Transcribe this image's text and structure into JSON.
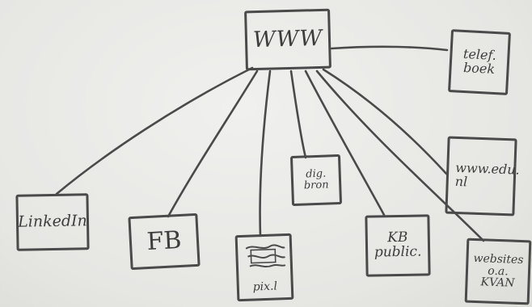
{
  "diagram": {
    "center": {
      "label": "WWW"
    },
    "nodes": [
      {
        "id": "telef",
        "label": "telef.\nboek"
      },
      {
        "id": "edu",
        "label": "www.edu.\nnl"
      },
      {
        "id": "dig",
        "label": "dig.\nbron"
      },
      {
        "id": "kb",
        "label": "KB\npublic."
      },
      {
        "id": "websites",
        "label": "websites\no.a.\nKVAN"
      },
      {
        "id": "linkedin",
        "label": "LinkedIn"
      },
      {
        "id": "fb",
        "label": "FB"
      },
      {
        "id": "scan",
        "label": "pix.l"
      }
    ],
    "edges": [
      [
        "center",
        "telef"
      ],
      [
        "center",
        "edu"
      ],
      [
        "center",
        "dig"
      ],
      [
        "center",
        "kb"
      ],
      [
        "center",
        "websites"
      ],
      [
        "center",
        "linkedin"
      ],
      [
        "center",
        "fb"
      ],
      [
        "center",
        "scan"
      ]
    ],
    "ink_color": "#4a4a4a"
  }
}
